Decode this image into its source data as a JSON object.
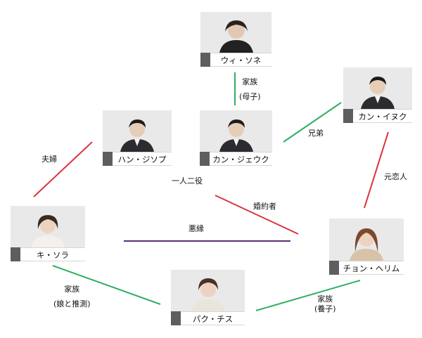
{
  "colors": {
    "family": "#2fae63",
    "couple": "#d9333f",
    "enemy": "#5a2d7c",
    "name_square": "#5e5e60",
    "photo_bg": "#e9e9ea"
  },
  "people": {
    "wi_sone": "ウィ・ソネ",
    "kang_jaewook": "カン・ジェウク",
    "han_jisub": "ハン・ジソプ",
    "kang_inuk": "カン・イヌク",
    "ki_sora": "キ・ソラ",
    "jeong_helim": "チョン・ヘリム",
    "park_chisu": "パク・チス"
  },
  "relations": {
    "mother_child": [
      "家族",
      "(母子)"
    ],
    "brothers": "兄弟",
    "couple": "夫婦",
    "one_person_two_roles": "一人二役",
    "fiance": "婚約者",
    "bad_relation": "悪縁",
    "ex_lover": "元恋人",
    "family_daughter_guess": [
      "家族",
      "(娘と推測)"
    ],
    "family_adopted": [
      "家族",
      "(養子)"
    ]
  }
}
